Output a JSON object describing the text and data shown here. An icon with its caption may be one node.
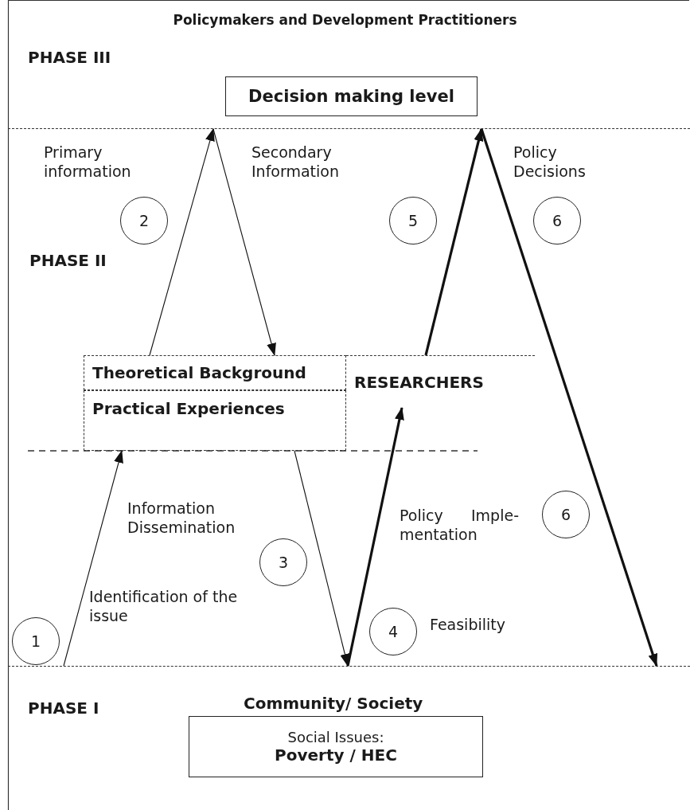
{
  "diagram": {
    "title": "Policymakers and Development Practitioners",
    "nodes": [
      {
        "text": [
          "PHASE III"
        ]
      },
      {
        "text": [
          "Decision making level"
        ],
        "in": 0
      },
      {
        "text": [
          "2"
        ]
      },
      {
        "text": [
          "5"
        ]
      },
      {
        "text": [
          "6"
        ]
      },
      {
        "text": [
          "Theoretical Background"
        ]
      },
      {
        "text": [
          "RESEARCHERS"
        ]
      },
      {
        "text": [
          "Practical Experiences"
        ]
      },
      {
        "text": [
          "6"
        ]
      },
      {
        "text": [
          "3"
        ]
      },
      {
        "text": [
          "1"
        ]
      },
      {
        "text": [
          "4"
        ]
      },
      {
        "text": [
          "PHASE I",
          "Community/ Society"
        ]
      },
      {
        "text": [
          "Social Issues:",
          "Poverty / HEC"
        ],
        "in": 12
      }
    ],
    "edges": [
      {
        "from": 12,
        "to": 7,
        "arrow": "to"
      },
      {
        "from": 5,
        "to": 0,
        "arrow": "to"
      },
      {
        "from": 0,
        "to": 5,
        "arrow": "to"
      },
      {
        "from": 6,
        "to": 0,
        "arrow": "to",
        "style": "thick"
      },
      {
        "from": 0,
        "to": 12,
        "arrow": "to",
        "style": "thick"
      },
      {
        "from": 7,
        "to": 12,
        "arrow": "to"
      },
      {
        "from": 12,
        "to": 6,
        "arrow": "to",
        "style": "thick"
      }
    ],
    "labels": [
      "Primary information",
      "Secondary Information",
      "Policy Decisions",
      "PHASE II",
      "Information Dissemination",
      "Policy Imple- mentation",
      "Identification of the issue",
      "Feasibility"
    ]
  }
}
